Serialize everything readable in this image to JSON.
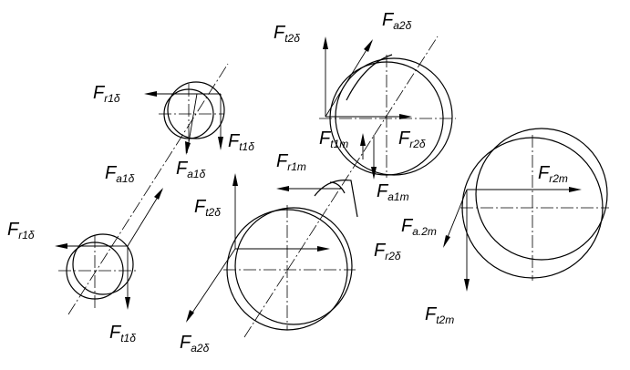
{
  "labels": {
    "ft2d_top": {
      "main": "F",
      "sub": "t2δ"
    },
    "fa2d_top": {
      "main": "F",
      "sub": "a2δ"
    },
    "fr1d_top": {
      "main": "F",
      "sub": "r1δ"
    },
    "ft1d_mid": {
      "main": "F",
      "sub": "t1δ"
    },
    "ft1m": {
      "main": "F",
      "sub": "t1m"
    },
    "fr2d_top": {
      "main": "F",
      "sub": "r2δ"
    },
    "fa1d_left": {
      "main": "F",
      "sub": "a1δ"
    },
    "fa1d_mid": {
      "main": "F",
      "sub": "a1δ"
    },
    "fr1m": {
      "main": "F",
      "sub": "r1m"
    },
    "fa1m": {
      "main": "F",
      "sub": "a1m"
    },
    "fr2m": {
      "main": "F",
      "sub": "r2m"
    },
    "ft2d_mid": {
      "main": "F",
      "sub": "t2δ"
    },
    "fa2m": {
      "main": "F",
      "sub": "a.2m"
    },
    "fr1d_low": {
      "main": "F",
      "sub": "r1δ"
    },
    "fr2d_mid": {
      "main": "F",
      "sub": "r2δ"
    },
    "ft1d_low": {
      "main": "F",
      "sub": "t1δ"
    },
    "fa2d_low": {
      "main": "F",
      "sub": "a2δ"
    },
    "ft2m": {
      "main": "F",
      "sub": "t2m"
    }
  }
}
